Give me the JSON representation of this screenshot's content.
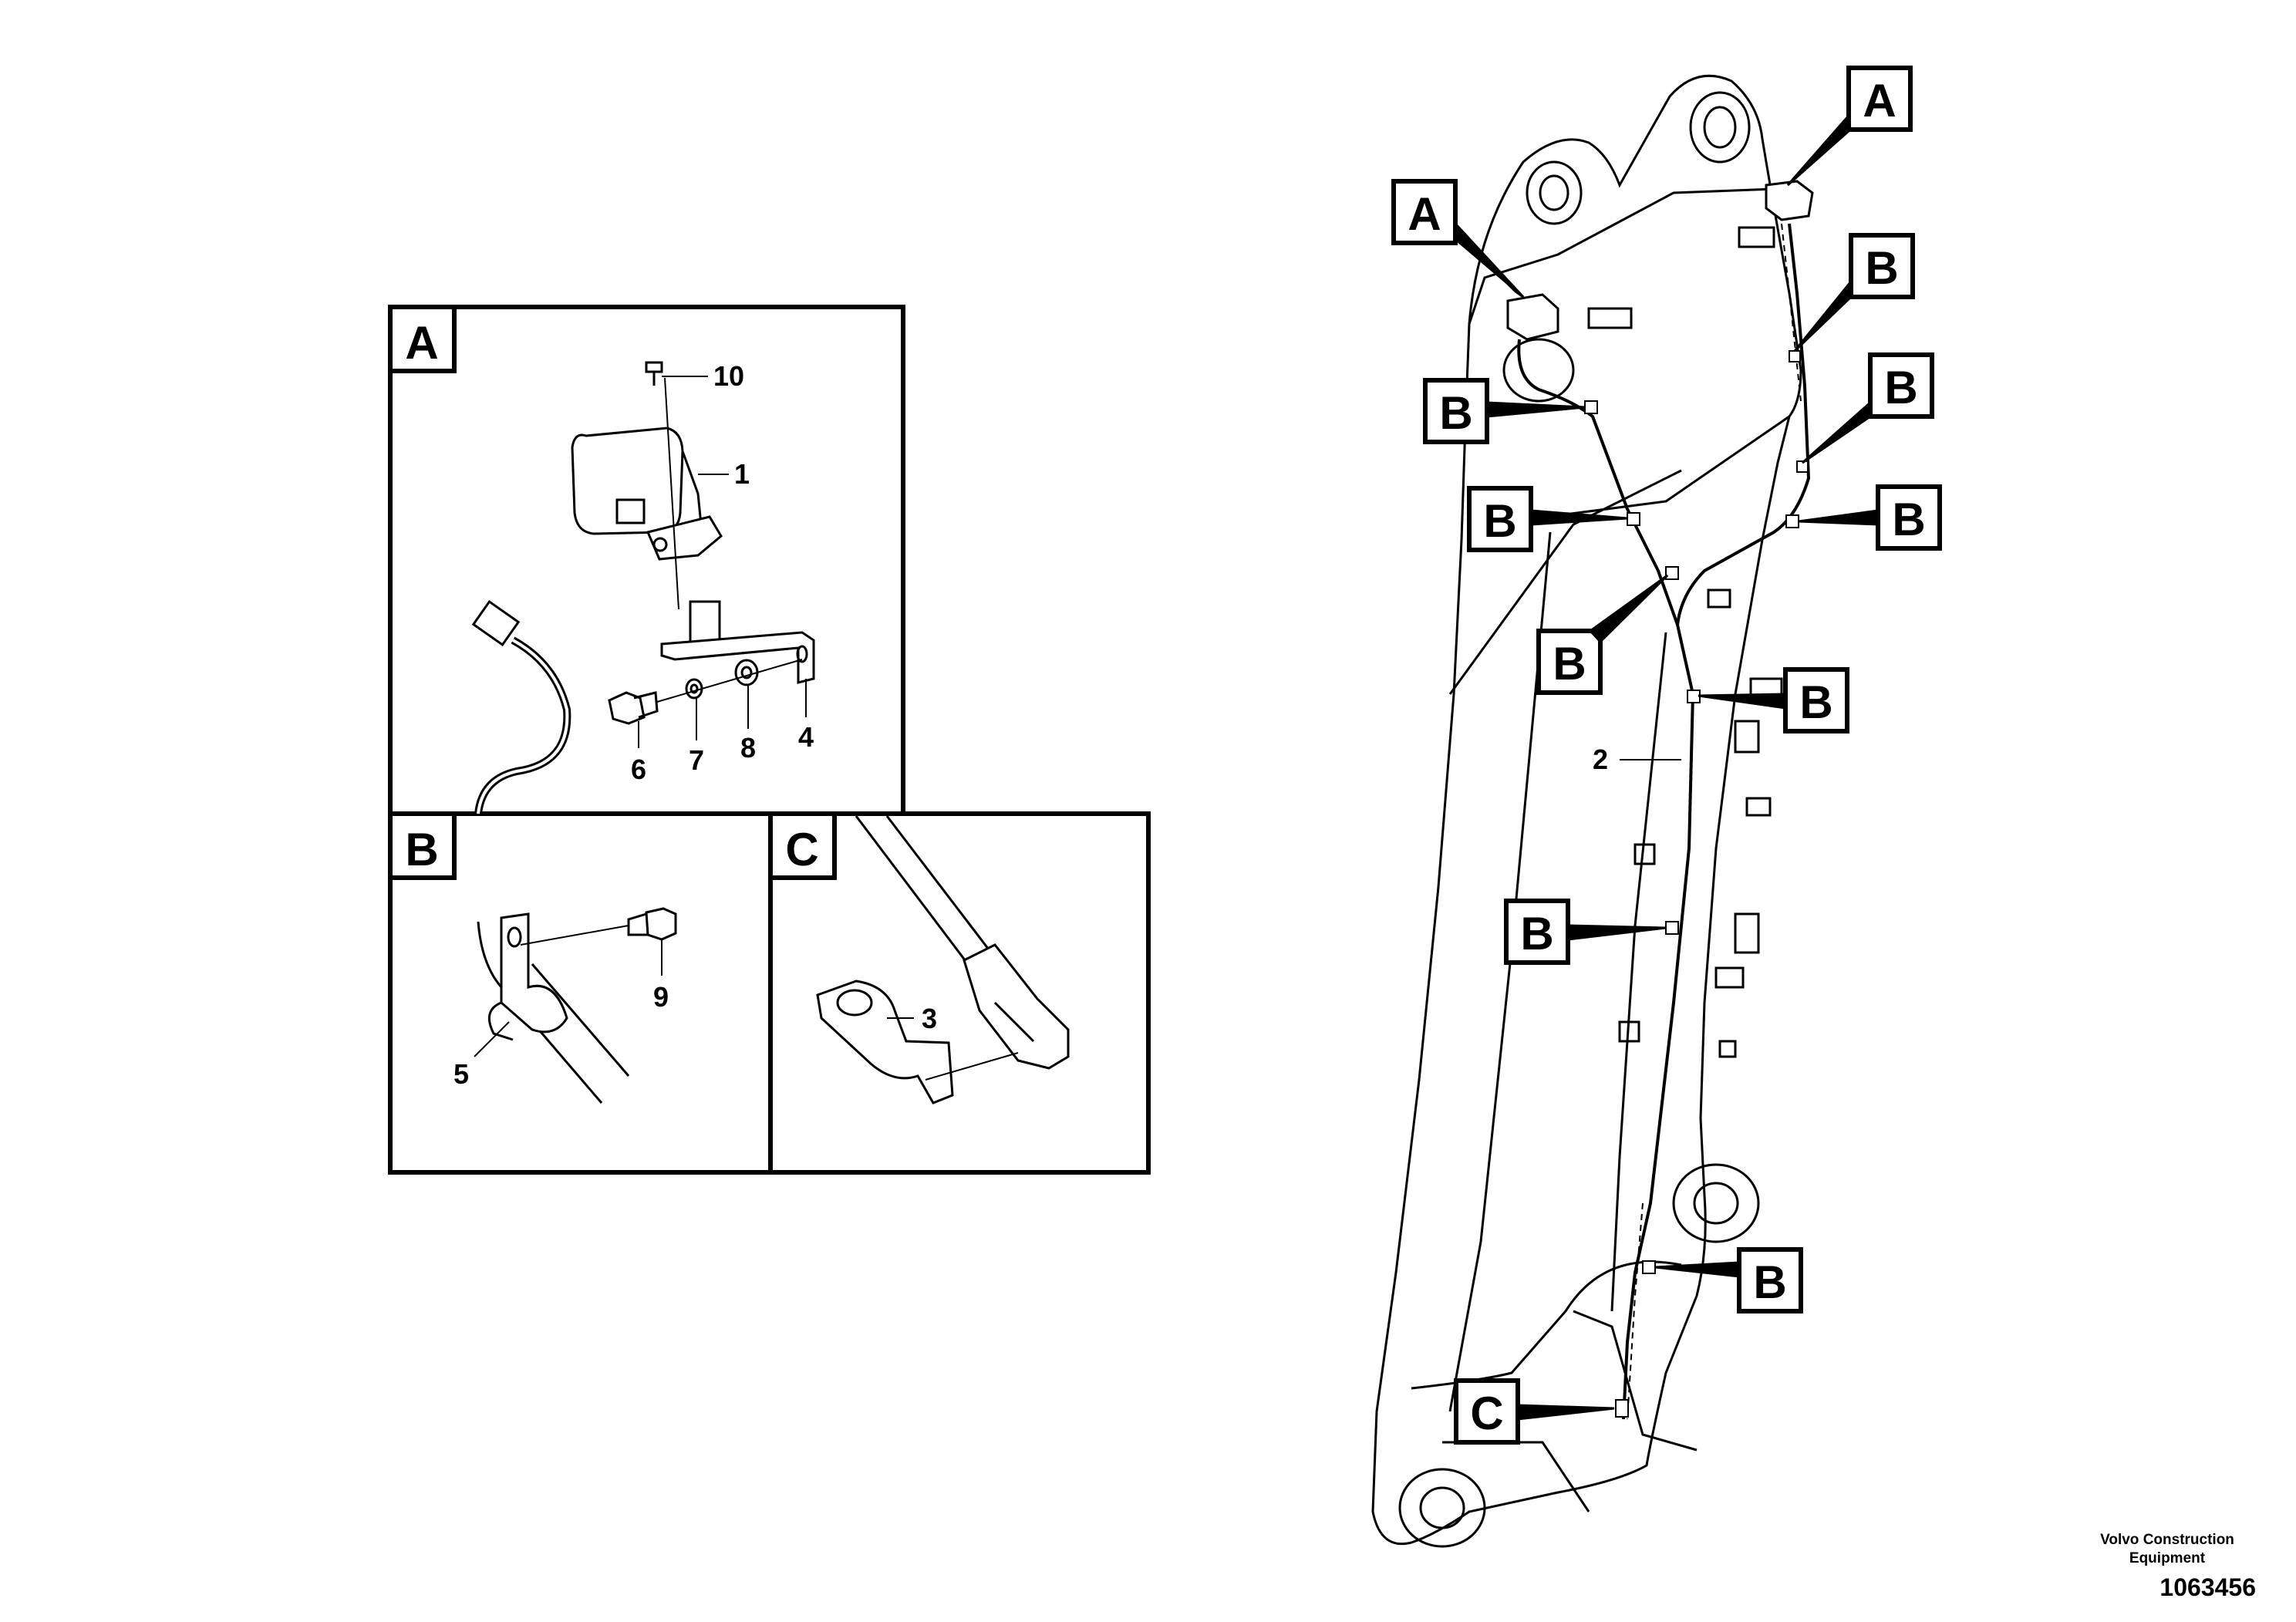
{
  "footer": {
    "company": "Volvo Construction Equipment",
    "number": "1063456"
  },
  "panels": {
    "A": {
      "letter": "A",
      "callouts": {
        "c10": "10",
        "c1": "1",
        "c6": "6",
        "c7": "7",
        "c8": "8",
        "c4": "4"
      }
    },
    "B": {
      "letter": "B",
      "callouts": {
        "c9": "9",
        "c5": "5"
      }
    },
    "C": {
      "letter": "C",
      "callouts": {
        "c3": "3"
      }
    }
  },
  "boom": {
    "callout_2": "2",
    "tags": {
      "a1": "A",
      "a2": "A",
      "b1": "B",
      "b2": "B",
      "b3": "B",
      "b4": "B",
      "b5": "B",
      "b6": "B",
      "b7": "B",
      "b8": "B",
      "b9": "B",
      "c1": "C"
    }
  }
}
